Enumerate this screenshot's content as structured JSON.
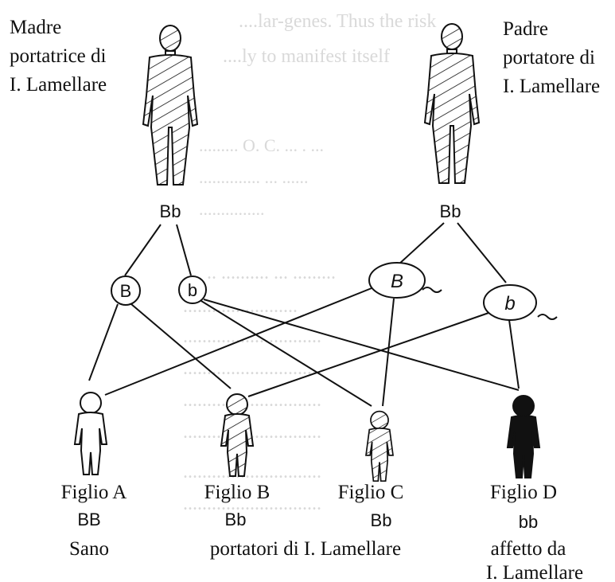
{
  "parents": {
    "mother": {
      "label_lines": [
        "Madre",
        "portatrice di",
        "I. Lamellare"
      ],
      "genotype": "Bb"
    },
    "father": {
      "label_lines": [
        "Padre",
        "portatore di",
        "I. Lamellare"
      ],
      "genotype": "Bb"
    }
  },
  "gametes": {
    "mother": [
      "B",
      "b"
    ],
    "father": [
      "B",
      "b"
    ]
  },
  "children": [
    {
      "name": "Figlio A",
      "genotype": "BB",
      "status_lines": [
        "Sano"
      ]
    },
    {
      "name": "Figlio B",
      "genotype": "Bb",
      "status_lines": []
    },
    {
      "name": "Figlio C",
      "genotype": "Bb",
      "status_lines": []
    },
    {
      "name": "Figlio D",
      "genotype": "bb",
      "status_lines": [
        "affetto da",
        "I. Lamellare"
      ]
    }
  ],
  "shared_status": "portatori di I. Lamellare",
  "colors": {
    "ink": "#111111",
    "affected": "#111111",
    "background_print": "#d9d9d9"
  }
}
